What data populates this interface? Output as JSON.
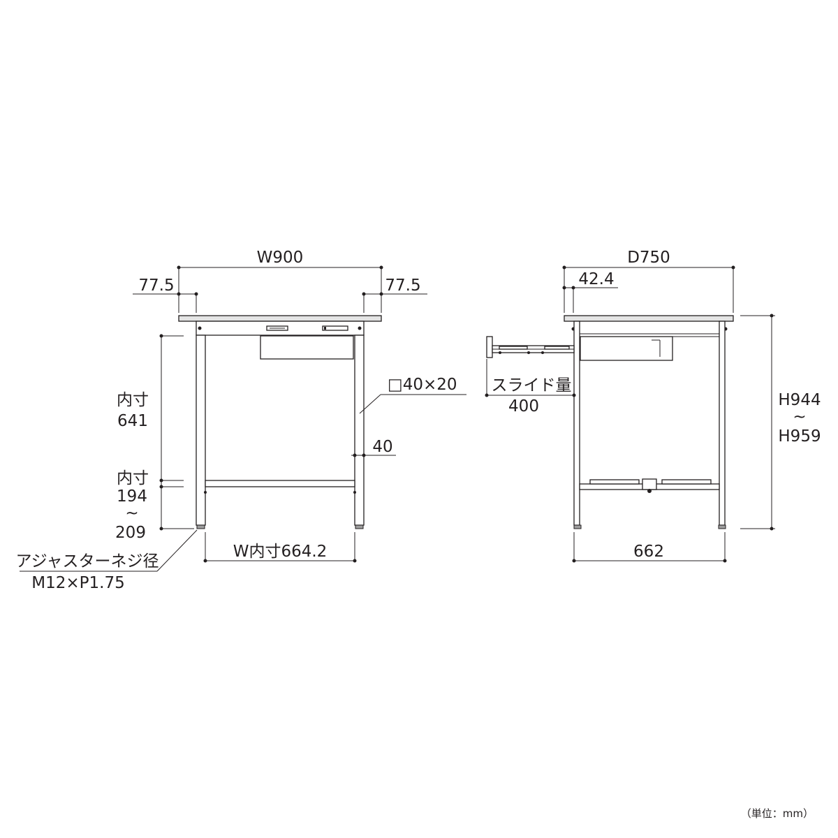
{
  "front_view": {
    "width": "W900",
    "left_offset": "77.5",
    "right_offset": "77.5",
    "inner_height_label": "内寸",
    "inner_height_value": "641",
    "lower_inner_label": "内寸",
    "lower_inner_min": "194",
    "lower_inner_tilde": "~",
    "lower_inner_max": "209",
    "leg_section": "□40×20",
    "rail_height": "40",
    "inner_width": "W内寸664.2",
    "adjuster_label": "アジャスターネジ径",
    "adjuster_spec": "M12×P1.75"
  },
  "side_view": {
    "depth": "D750",
    "front_offset": "42.4",
    "slide_label": "スライド量",
    "slide_value": "400",
    "height_min": "H944",
    "height_tilde": "~",
    "height_max": "H959",
    "leg_span": "662"
  },
  "unit_note": "（単位：mm）"
}
